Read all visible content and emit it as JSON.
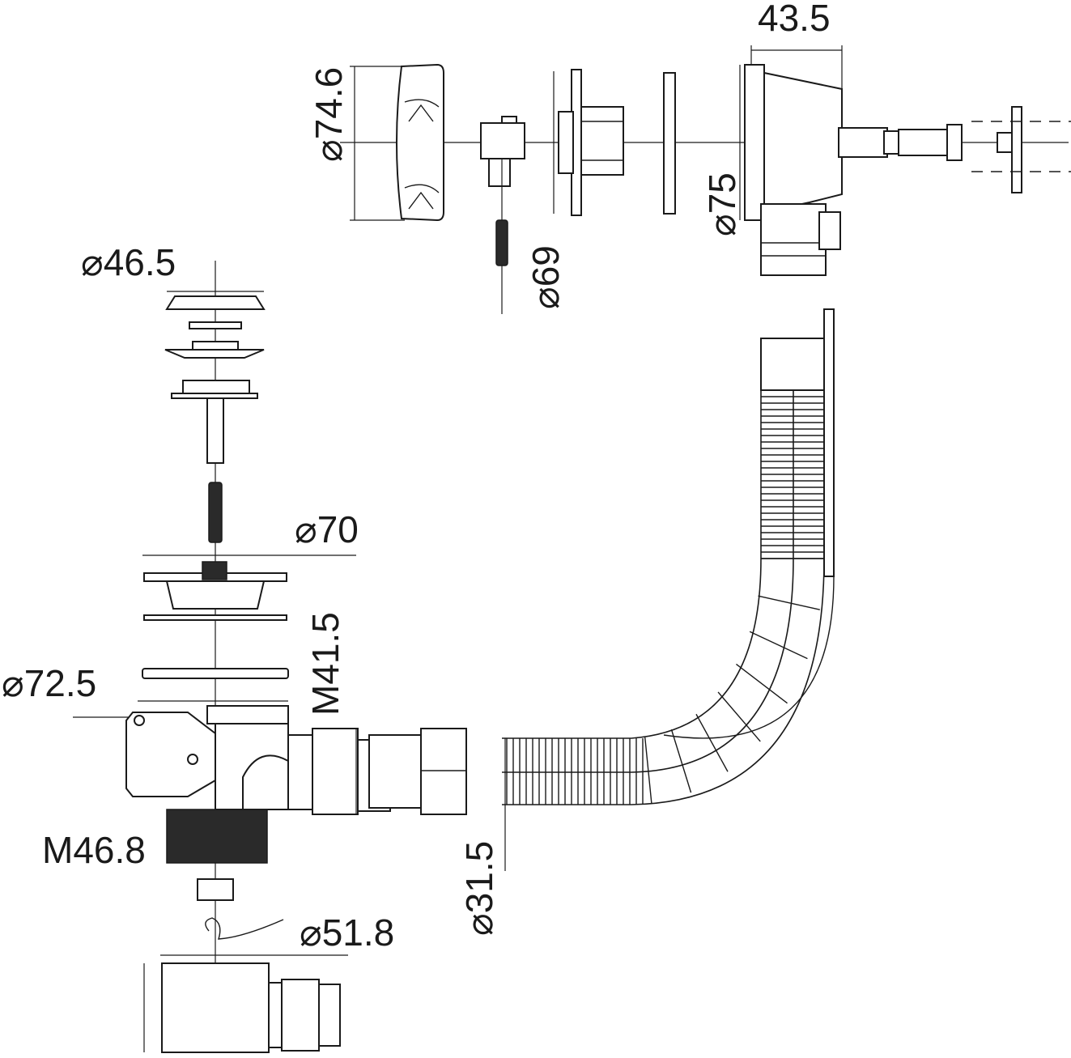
{
  "dimensions": {
    "d_74_6": "74.6",
    "d_69": "69",
    "d_75": "75",
    "d_43_5": "43.5",
    "d_46_5": "46.5",
    "d_70": "70",
    "d_72_5": "72.5",
    "m_41_5": "M41.5",
    "m_46_8": "M46.8",
    "d_31_5": "31.5",
    "d_51_8": "51.8"
  },
  "colors": {
    "line": "#1a1a1a",
    "background": "#ffffff"
  }
}
